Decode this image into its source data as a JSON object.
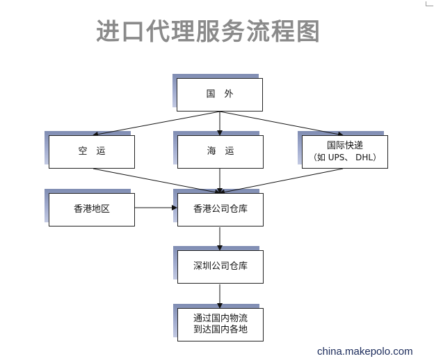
{
  "diagram": {
    "title": "进口代理服务流程图",
    "nodes": {
      "abroad": {
        "label": "国　外"
      },
      "air": {
        "label": "空　运"
      },
      "sea": {
        "label": "海　运"
      },
      "express": {
        "label": "国际快递",
        "sublabel": "（如 UPS、 DHL）"
      },
      "hk_region": {
        "label": "香港地区"
      },
      "hk_warehouse": {
        "label": "香港公司仓库"
      },
      "sz_warehouse": {
        "label": "深圳公司仓库"
      },
      "domestic": {
        "label": "通过国内物流",
        "sublabel": "到达国内各地"
      }
    },
    "edges": [
      {
        "from": "abroad",
        "to": "air"
      },
      {
        "from": "abroad",
        "to": "sea"
      },
      {
        "from": "abroad",
        "to": "express"
      },
      {
        "from": "air",
        "to": "hk_warehouse"
      },
      {
        "from": "sea",
        "to": "hk_warehouse"
      },
      {
        "from": "express",
        "to": "hk_warehouse"
      },
      {
        "from": "hk_region",
        "to": "hk_warehouse"
      },
      {
        "from": "hk_warehouse",
        "to": "sz_warehouse"
      },
      {
        "from": "sz_warehouse",
        "to": "domestic"
      }
    ]
  },
  "watermark": "china.makepolo.com",
  "colors": {
    "title": "#8a8a8a",
    "box_shadow": "#9aa5cb",
    "border": "#222222"
  }
}
